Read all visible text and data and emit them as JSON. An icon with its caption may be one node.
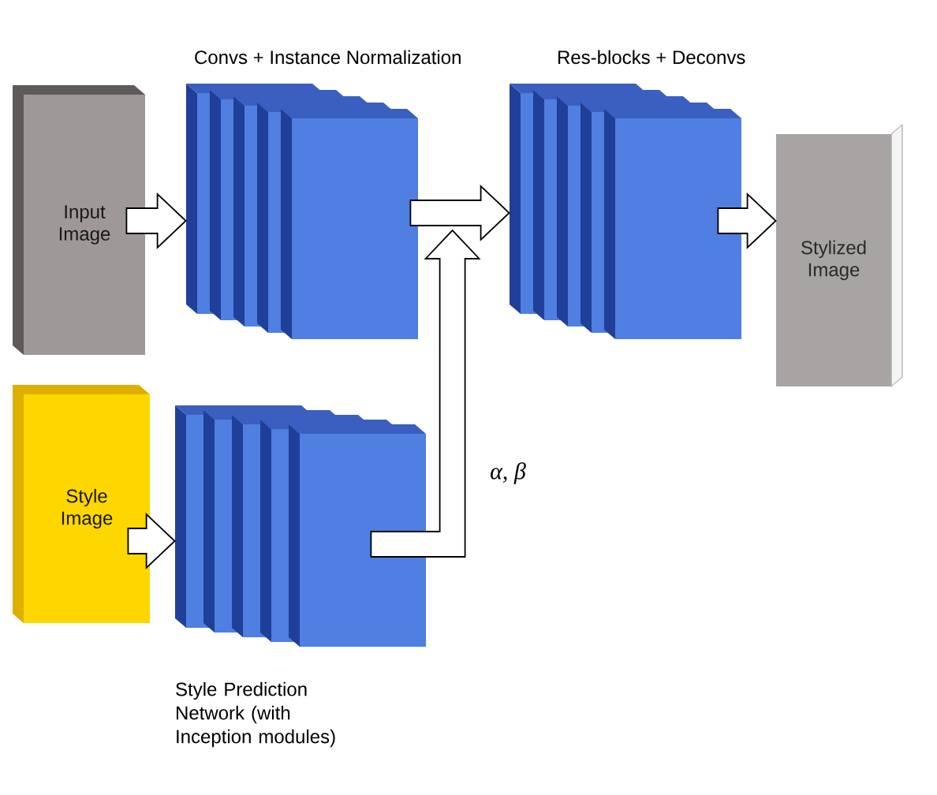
{
  "diagram": {
    "nodes": [
      {
        "text": [
          "Input Image"
        ]
      },
      {
        "text": [
          "Convs + Instance Normalization"
        ]
      },
      {
        "text": [
          "Res-blocks + Deconvs"
        ]
      },
      {
        "text": [
          "Stylized Image"
        ]
      },
      {
        "text": [
          "Style Image"
        ]
      },
      {
        "text": [
          "Style Prediction Network (with Inception modules)"
        ]
      }
    ],
    "edges": [
      {
        "from": 0,
        "to": 1,
        "arrow": "to"
      },
      {
        "from": 1,
        "to": 2,
        "arrow": "to"
      },
      {
        "from": 2,
        "to": 3,
        "arrow": "to"
      },
      {
        "from": 4,
        "to": 5,
        "arrow": "to"
      },
      {
        "from": 5,
        "to": 2,
        "arrow": "to",
        "label": "α, β"
      }
    ]
  }
}
